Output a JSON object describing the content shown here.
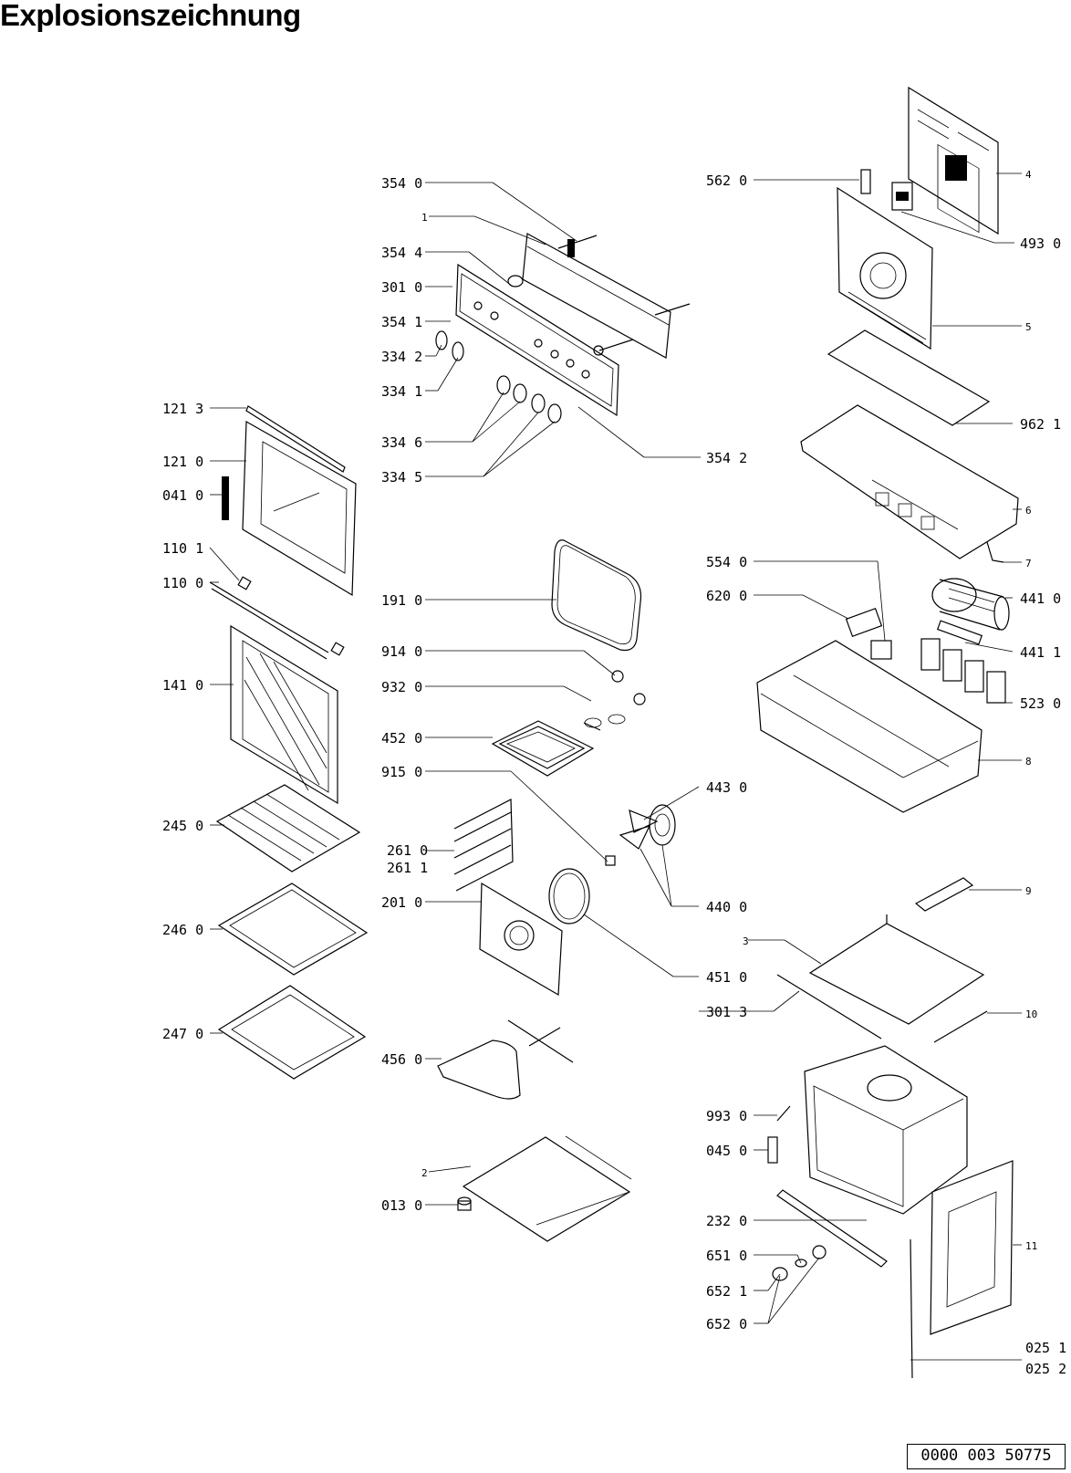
{
  "title": "Explosionszeichnung",
  "doc_number": "0000 003 50775",
  "labels": {
    "l3540": "354 0",
    "l3544": "354 4",
    "l3010": "301 0",
    "l3541": "354 1",
    "l3342": "334 2",
    "l3341": "334 1",
    "l3346": "334 6",
    "l3345": "334 5",
    "l3542": "354 2",
    "l1213": "121 3",
    "l1210": "121 0",
    "l0410": "041 0",
    "l1101": "110 1",
    "l1100": "110 0",
    "l1410": "141 0",
    "l2450": "245 0",
    "l2460": "246 0",
    "l2470": "247 0",
    "l1910": "191 0",
    "l9140": "914 0",
    "l9320": "932 0",
    "l4520": "452 0",
    "l9150": "915 0",
    "l2610": "261 0",
    "l2611": "261 1",
    "l2010": "201 0",
    "l4560": "456 0",
    "l0130": "013 0",
    "l4430": "443 0",
    "l4400": "440 0",
    "l4510": "451 0",
    "l3013": "301 3",
    "l5620": "562 0",
    "l4930": "493 0",
    "l9621": "962 1",
    "l5540": "554 0",
    "l6200": "620 0",
    "l4410": "441 0",
    "l4411": "441 1",
    "l5230": "523 0",
    "l9930": "993 0",
    "l0450": "045 0",
    "l2320": "232 0",
    "l6510": "651 0",
    "l6521": "652 1",
    "l6520": "652 0",
    "l0251": "025 1",
    "l0252": "025 2",
    "n1": "1",
    "n2": "2",
    "n3": "3",
    "n4": "4",
    "n5": "5",
    "n6": "6",
    "n7": "7",
    "n8": "8",
    "n9": "9",
    "n10": "10",
    "n11": "11"
  }
}
